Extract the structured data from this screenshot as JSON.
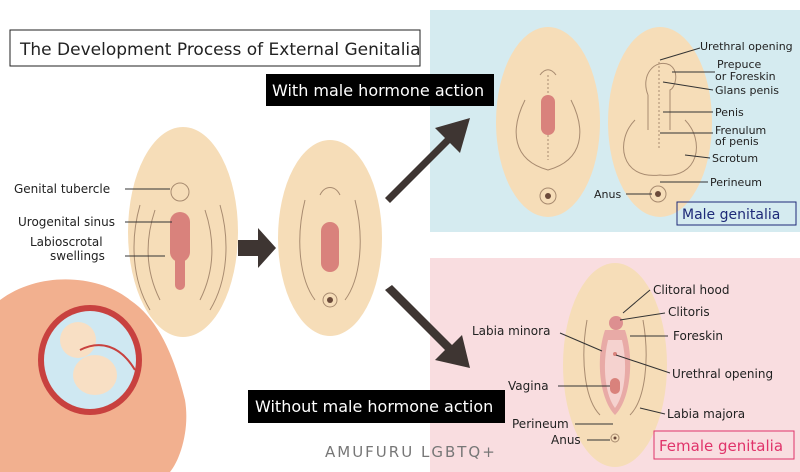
{
  "title": "The Development Process of External Genitalia",
  "male_action_label": "With male hormone action",
  "female_action_label": "Without male hormone action",
  "watermark": "AMUFURU LGBTQ+",
  "early_labels": {
    "genital_tubercle": "Genital tubercle",
    "urogenital_sinus": "Urogenital sinus",
    "labioscrotal_1": "Labioscrotal",
    "labioscrotal_2": "swellings"
  },
  "male": {
    "caption": "Male genitalia",
    "labels": {
      "urethral_opening": "Urethral opening",
      "prepuce_1": "Prepuce",
      "prepuce_2": "or Foreskin",
      "glans": "Glans penis",
      "penis": "Penis",
      "frenulum_1": "Frenulum",
      "frenulum_2": "of penis",
      "scrotum": "Scrotum",
      "perineum": "Perineum",
      "anus": "Anus"
    }
  },
  "female": {
    "caption": "Female genitalia",
    "labels": {
      "clitoral_hood": "Clitoral hood",
      "clitoris": "Clitoris",
      "foreskin": "Foreskin",
      "labia_minora": "Labia minora",
      "urethral_opening": "Urethral opening",
      "vagina": "Vagina",
      "labia_majora": "Labia majora",
      "perineum": "Perineum",
      "anus": "Anus"
    }
  },
  "colors": {
    "skin": "#f6ddb8",
    "male_panel": "#d5ebf0",
    "female_panel": "#f9dde0",
    "arrow": "#3e3532",
    "male_caption": "#1e2a78",
    "female_caption": "#e0336a"
  }
}
